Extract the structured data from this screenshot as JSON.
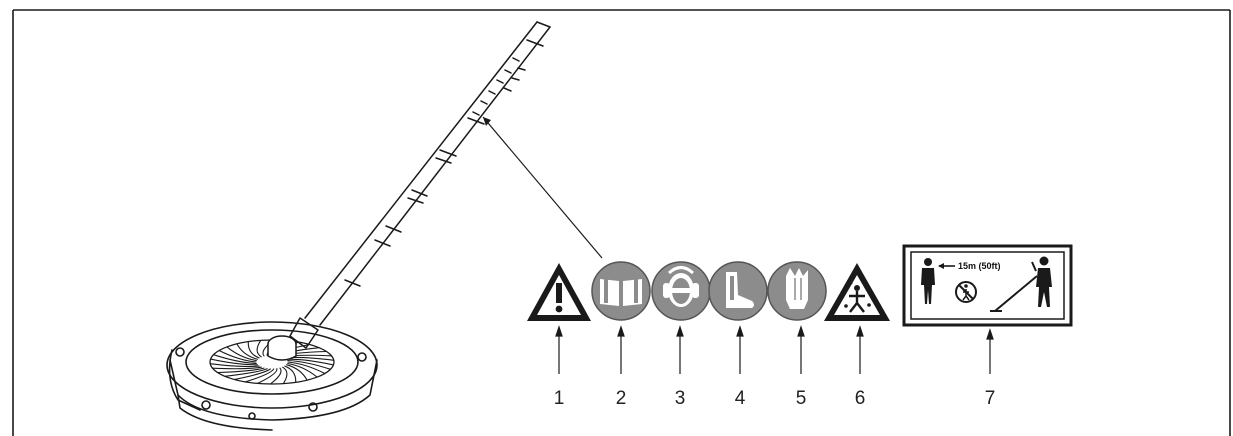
{
  "colors": {
    "ink": "#1a1a1a",
    "symbol_fill": "#8c8c8c",
    "symbol_dark": "#555555",
    "background": "#ffffff"
  },
  "labels": {
    "symbol_1": "1",
    "symbol_2": "2",
    "symbol_3": "3",
    "symbol_4": "4",
    "symbol_5": "5",
    "symbol_6": "6",
    "symbol_7": "7"
  },
  "safety_sign": {
    "distance_text": "15m  (50ft)"
  },
  "icons": {
    "symbol_1": "warning-triangle-icon",
    "symbol_2": "read-manual-icon",
    "symbol_3": "eye-ear-protection-icon",
    "symbol_4": "safety-boots-icon",
    "symbol_5": "gloves-icon",
    "symbol_6": "thrown-objects-warning-icon",
    "symbol_7": "keep-distance-sign-icon"
  }
}
